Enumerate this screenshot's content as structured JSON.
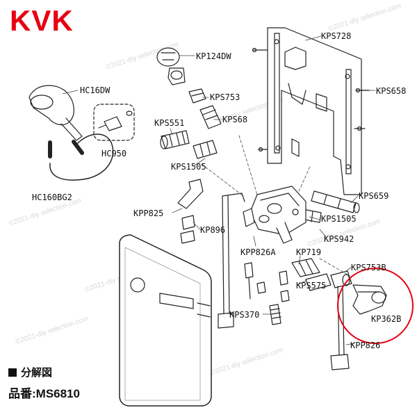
{
  "brand": {
    "logo_text": "KVK",
    "logo_color": "#e60012"
  },
  "watermark": {
    "text": "©2021-diy selection.com"
  },
  "diagram": {
    "title": "分解図",
    "model_label": "品番:",
    "model_value": "MS6810",
    "highlight_color": "#e60012",
    "parts": {
      "kps728": "KPS728",
      "kp124dw": "KP124DW",
      "kps658": "KPS658",
      "hc16dw": "HC16DW",
      "kps753": "KPS753",
      "kps68": "KPS68",
      "kps551": "KPS551",
      "hc950": "HC950",
      "hc160bg2": "HC160BG2",
      "kps1505_a": "KPS1505",
      "kps659": "KPS659",
      "kpp825": "KPP825",
      "kps1505_b": "KPS1505",
      "kp896": "KP896",
      "kps942": "KPS942",
      "kpp826a": "KPP826A",
      "kp719": "KP719",
      "kps753b": "KPS753B",
      "kps575": "KPS575",
      "kps370": "KPS370",
      "kp362b": "KP362B",
      "kpp826": "KPP826"
    }
  }
}
